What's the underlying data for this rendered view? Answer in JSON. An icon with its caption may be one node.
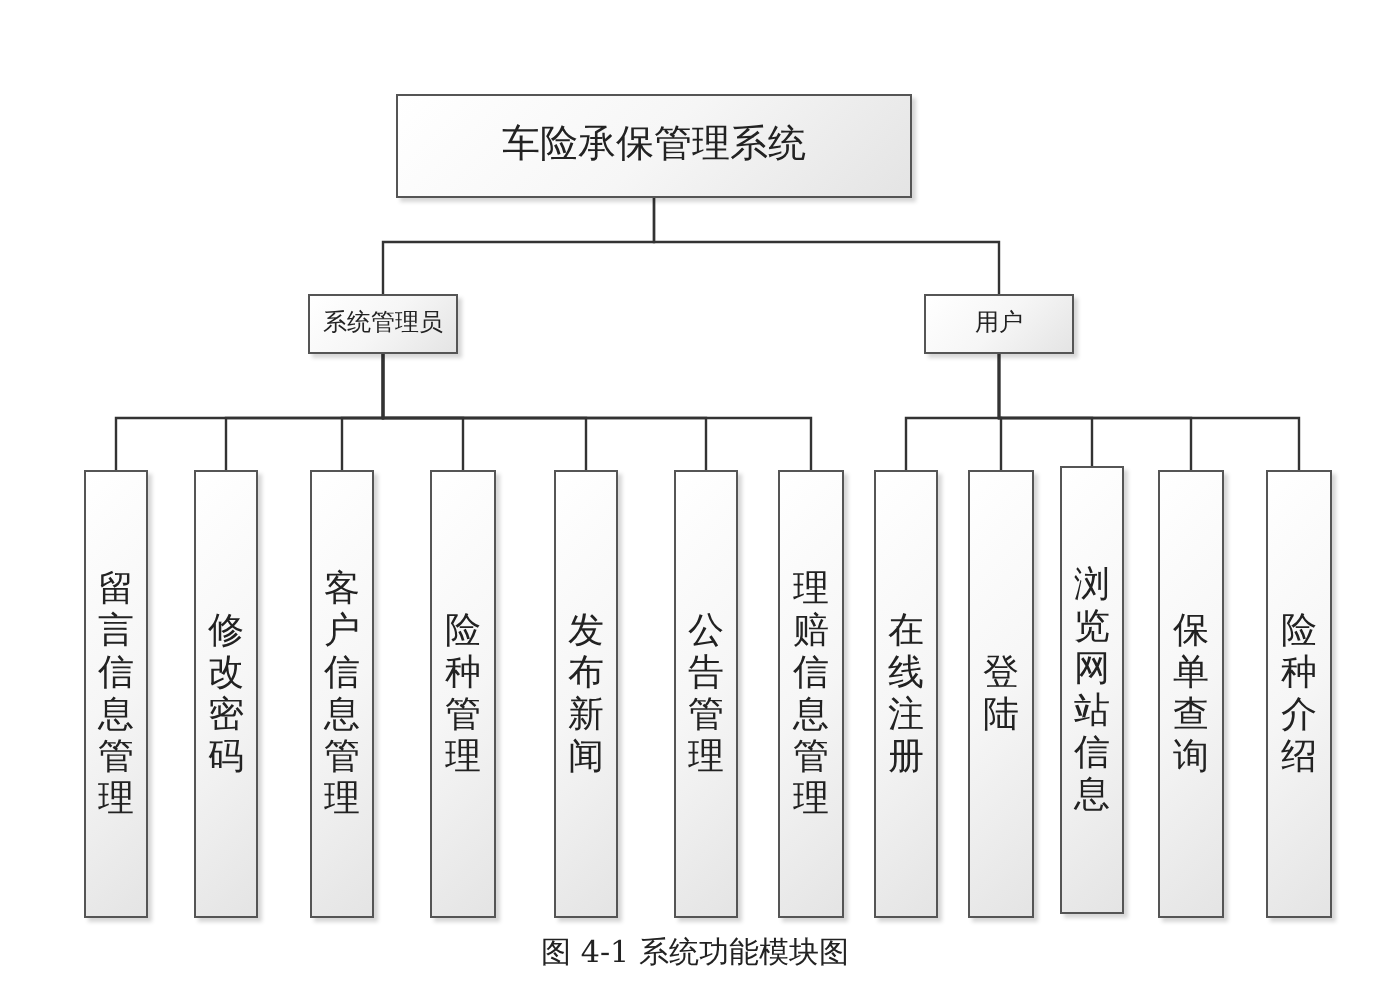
{
  "diagram": {
    "caption": "图 4-1 系统功能模块图",
    "nodes": [
      {
        "text": [
          "车险承保管理系统"
        ]
      },
      {
        "text": [
          "系统管理员"
        ]
      },
      {
        "text": [
          "用户"
        ]
      },
      {
        "text": [
          "留言信息管理"
        ]
      },
      {
        "text": [
          "修改密码"
        ]
      },
      {
        "text": [
          "客户信息管理"
        ]
      },
      {
        "text": [
          "险种管理"
        ]
      },
      {
        "text": [
          "发布新闻"
        ]
      },
      {
        "text": [
          "公告管理"
        ]
      },
      {
        "text": [
          "理赔信息管理"
        ]
      },
      {
        "text": [
          "在线注册"
        ]
      },
      {
        "text": [
          "登陆"
        ]
      },
      {
        "text": [
          "浏览网站信息"
        ]
      },
      {
        "text": [
          "保单查询"
        ]
      },
      {
        "text": [
          "险种介绍"
        ]
      }
    ],
    "edges": [
      {
        "from": 0,
        "to": 1,
        "arrow": "none"
      },
      {
        "from": 0,
        "to": 2,
        "arrow": "none"
      },
      {
        "from": 1,
        "to": 3,
        "arrow": "none"
      },
      {
        "from": 1,
        "to": 4,
        "arrow": "none"
      },
      {
        "from": 1,
        "to": 5,
        "arrow": "none"
      },
      {
        "from": 1,
        "to": 6,
        "arrow": "none"
      },
      {
        "from": 1,
        "to": 7,
        "arrow": "none"
      },
      {
        "from": 1,
        "to": 8,
        "arrow": "none"
      },
      {
        "from": 1,
        "to": 9,
        "arrow": "none"
      },
      {
        "from": 2,
        "to": 10,
        "arrow": "none"
      },
      {
        "from": 2,
        "to": 11,
        "arrow": "none"
      },
      {
        "from": 2,
        "to": 12,
        "arrow": "none"
      },
      {
        "from": 2,
        "to": 13,
        "arrow": "none"
      },
      {
        "from": 2,
        "to": 14,
        "arrow": "none"
      }
    ]
  }
}
